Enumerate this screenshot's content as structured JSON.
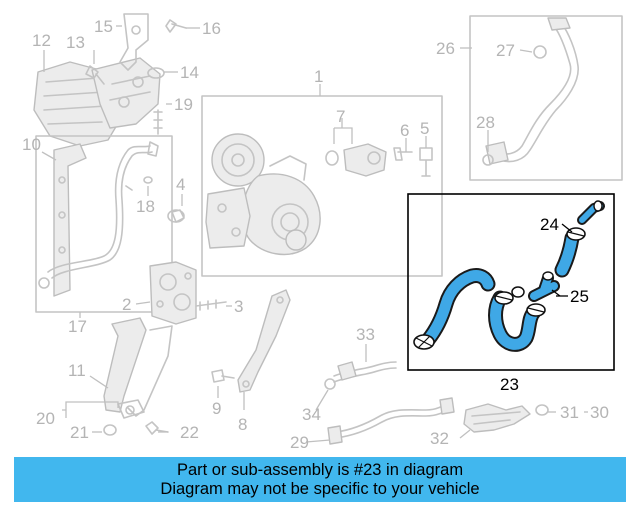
{
  "labels": {
    "c1": "1",
    "c2": "2",
    "c3": "3",
    "c4": "4",
    "c5": "5",
    "c6": "6",
    "c7": "7",
    "c8": "8",
    "c9": "9",
    "c10": "10",
    "c11": "11",
    "c12": "12",
    "c13": "13",
    "c14": "14",
    "c15": "15",
    "c16": "16",
    "c17": "17",
    "c18": "18",
    "c19": "19",
    "c20": "20",
    "c21": "21",
    "c22": "22",
    "c23": "23",
    "c24": "24",
    "c25": "25",
    "c26": "26",
    "c27": "27",
    "c28": "28",
    "c29": "29",
    "c30": "30",
    "c31": "31",
    "c32": "32",
    "c33": "33",
    "c34": "34"
  },
  "highlight": {
    "part": "23",
    "fill_color": "#3fa8e6"
  },
  "banner": {
    "line1": "Part or sub-assembly is #23 in diagram",
    "line2": "Diagram may not be specific to your vehicle",
    "color": "#41b7ee"
  }
}
